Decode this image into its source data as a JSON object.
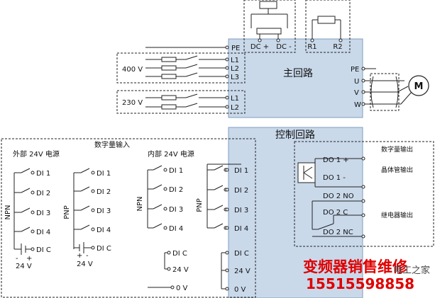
{
  "main_circuit": {
    "title": "主回路",
    "dc_terminals": [
      "DC +",
      "DC -"
    ],
    "r_terminals": [
      "R1",
      "R2"
    ],
    "pe_top": "PE",
    "input_400v_label": "400 V",
    "input_400v_terminals": [
      "L1",
      "L2",
      "L3"
    ],
    "input_230v_label": "230 V",
    "input_230v_terminals": [
      "L1",
      "L2"
    ],
    "output_terminals": [
      "PE",
      "U",
      "V",
      "W"
    ],
    "motor_label": "M"
  },
  "control_circuit": {
    "title": "控制回路",
    "digital_input_title": "数字量输入",
    "external_24v_label": "外部 24V 电源",
    "internal_24v_label": "内部 24V 电源",
    "npn_label": "NPN",
    "pnp_label": "PNP",
    "di_labels": [
      "DI 1",
      "DI 2",
      "DI 3",
      "DI 4",
      "DI C"
    ],
    "supply_24v": "24 V",
    "plus": "+",
    "minus": "-",
    "internal_terminals": [
      "DI C",
      "24 V",
      "0 V"
    ],
    "inverter_terminals": [
      "DI 1",
      "DI 2",
      "DI 3",
      "DI 4",
      "DI C",
      "24 V",
      "0 V"
    ],
    "do_terminals": [
      "DO 1 +",
      "DO 1 -",
      "DO 2 NO",
      "DO 2 C",
      "DO 2 NC"
    ],
    "digital_output_label": "数字量输出",
    "transistor_output_label": "晶体管输出",
    "relay_output_label": "继电器输出"
  },
  "watermark": {
    "text1": "变频器销售维修",
    "text2": "15515598858",
    "logo": "电工之家"
  }
}
